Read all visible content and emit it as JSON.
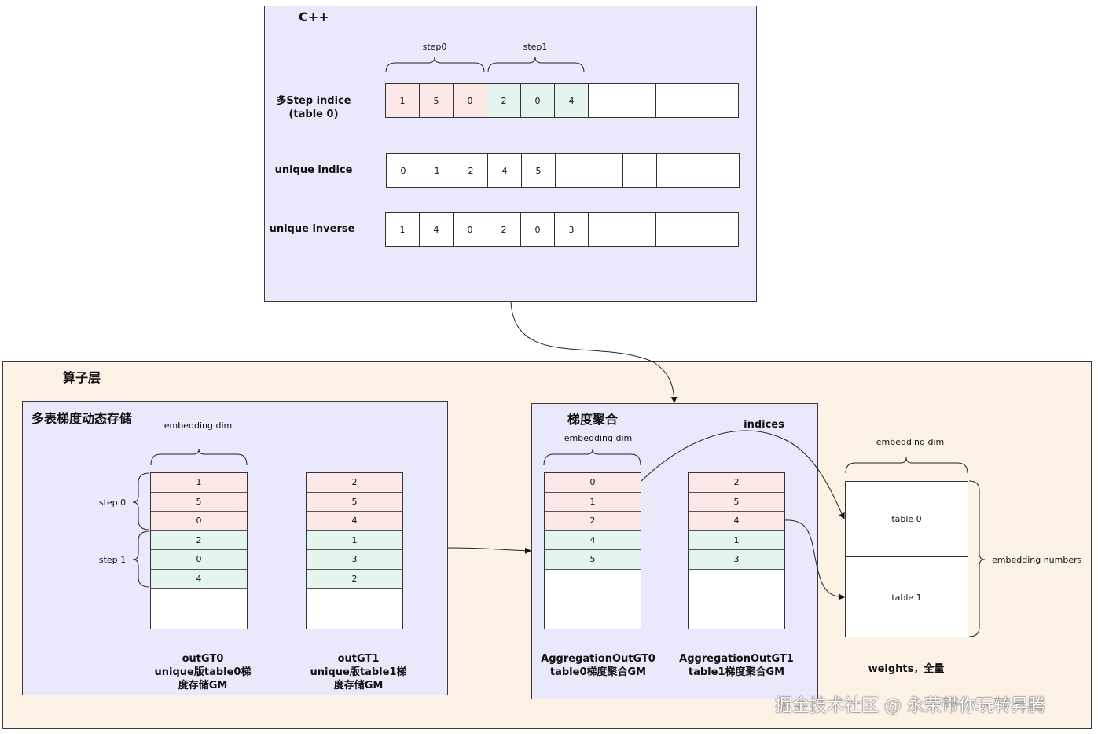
{
  "cpp": {
    "title": "C++",
    "step0": "step0",
    "step1": "step1",
    "rows": [
      {
        "label_l1": "多Step indice",
        "label_l2": "(table 0)",
        "cells": [
          "1",
          "5",
          "0",
          "2",
          "0",
          "4",
          "",
          "",
          ""
        ]
      },
      {
        "label_l1": "unique indice",
        "label_l2": "",
        "cells": [
          "0",
          "1",
          "2",
          "4",
          "5",
          "",
          "",
          "",
          ""
        ]
      },
      {
        "label_l1": "unique inverse",
        "label_l2": "",
        "cells": [
          "1",
          "4",
          "0",
          "2",
          "0",
          "3",
          "",
          "",
          ""
        ]
      }
    ]
  },
  "operator": {
    "title": "算子层",
    "storage": {
      "title": "多表梯度动态存储",
      "embedding_dim": "embedding dim",
      "step0": "step 0",
      "step1": "step 1",
      "gt0": {
        "cells": [
          "1",
          "5",
          "0",
          "2",
          "0",
          "4"
        ],
        "l1": "outGT0",
        "l2": "unique版table0梯",
        "l3": "度存储GM"
      },
      "gt1": {
        "cells": [
          "2",
          "5",
          "4",
          "1",
          "3",
          "2"
        ],
        "l1": "outGT1",
        "l2": "unique版table1梯",
        "l3": "度存储GM"
      }
    },
    "aggregation": {
      "title": "梯度聚合",
      "embedding_dim": "embedding dim",
      "indices": "indices",
      "agg0": {
        "cells": [
          "0",
          "1",
          "2",
          "4",
          "5"
        ],
        "l1": "AggregationOutGT0",
        "l2": "table0梯度聚合GM"
      },
      "agg1": {
        "cells": [
          "2",
          "5",
          "4",
          "1",
          "3"
        ],
        "l1": "AggregationOutGT1",
        "l2": "table1梯度聚合GM"
      }
    },
    "weights": {
      "embedding_dim": "embedding dim",
      "table0": "table 0",
      "table1": "table 1",
      "embedding_numbers": "embedding numbers",
      "label": "weights，全量"
    }
  },
  "watermark": "掘金技术社区 @ 永荣带你玩转昇腾"
}
